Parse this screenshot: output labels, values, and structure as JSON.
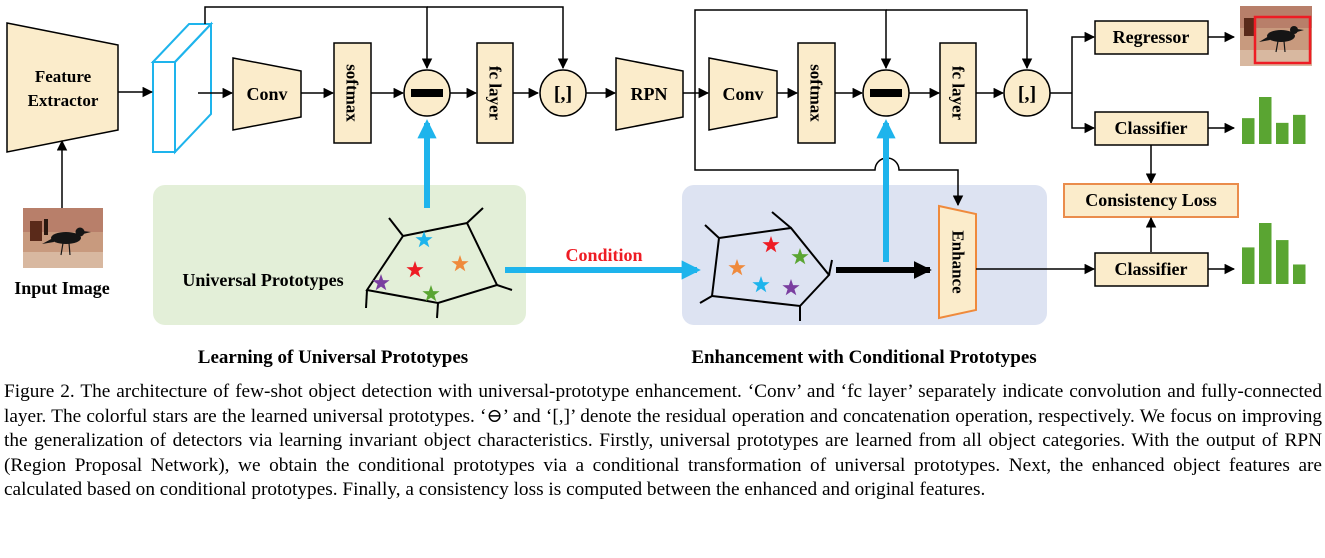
{
  "blocks": {
    "feature_extractor": [
      "Feature",
      "Extractor"
    ],
    "conv": "Conv",
    "softmax": "softmax",
    "fc_layer": "fc layer",
    "concat": "[,]",
    "rpn": "RPN",
    "regressor": "Regressor",
    "classifier": "Classifier",
    "consistency_loss": "Consistency Loss",
    "enhance": "Enhance"
  },
  "labels": {
    "input_image": "Input Image",
    "universal_prototypes": "Universal Prototypes",
    "condition": "Condition",
    "learning_section": "Learning of Universal Prototypes",
    "enhancement_section": "Enhancement with Conditional Prototypes"
  },
  "bar_charts": {
    "top": [
      0.55,
      1.0,
      0.45,
      0.62
    ],
    "bottom": [
      0.6,
      1.0,
      0.72,
      0.32
    ]
  },
  "colors": {
    "block_fill": "#fbeccb",
    "learn_bg": "#e3efd8",
    "enhance_bg": "#dde3f2",
    "blue_arrow": "#1eb4ec",
    "condition_text": "#ee1c24",
    "bars": "#5aa532",
    "consistency_border": "#ea8c4c",
    "consistency_fill": "#fbeccb",
    "enhance_border": "#ef8a3c",
    "stars": [
      "#1eb4ec",
      "#ee1c24",
      "#ef8a3c",
      "#7a3ea0",
      "#5aa532"
    ]
  },
  "caption": "Figure 2. The architecture of few-shot object detection with universal-prototype enhancement. ‘Conv’ and ‘fc layer’ separately indicate convolution and fully-connected layer. The colorful stars are the learned universal prototypes. ‘⊖’ and ‘[,]’ denote the residual operation and concatenation operation, respectively. We focus on improving the generalization of detectors via learning invariant object characteristics. Firstly, universal prototypes are learned from all object categories. With the output of RPN (Region Proposal Network), we obtain the conditional prototypes via a conditional transformation of universal prototypes. Next, the enhanced object features are calculated based on conditional prototypes. Finally, a consistency loss is computed between the enhanced and original features."
}
